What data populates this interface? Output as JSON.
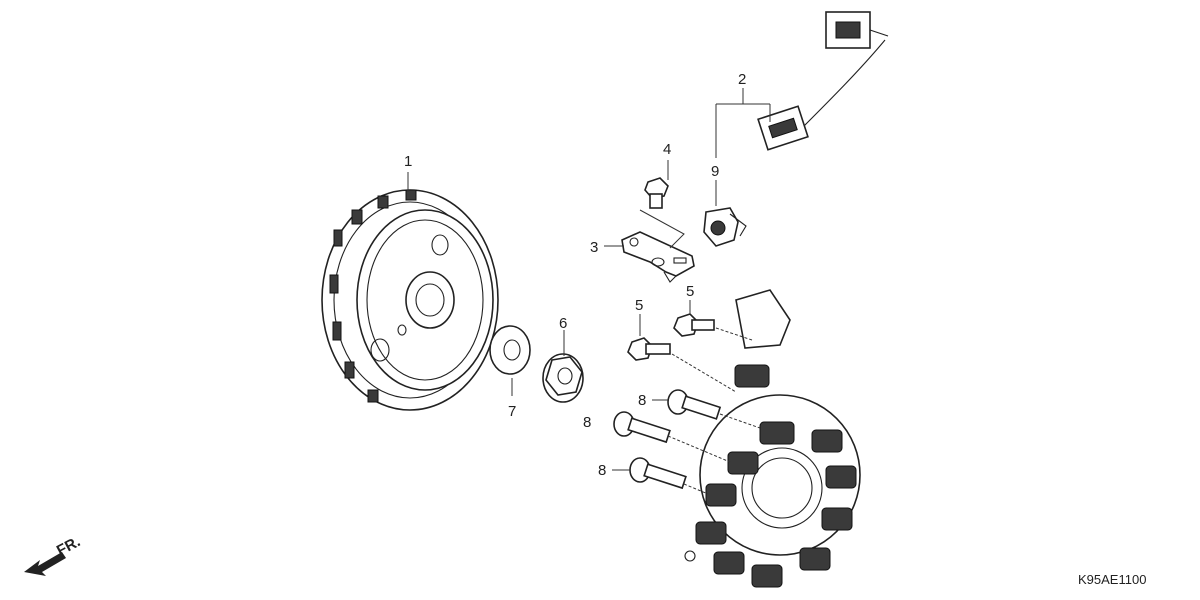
{
  "diagram": {
    "code": "K95AE1100",
    "direction_label": "FR.",
    "callouts": [
      {
        "id": "c1",
        "label": "1"
      },
      {
        "id": "c2",
        "label": "2"
      },
      {
        "id": "c3",
        "label": "3"
      },
      {
        "id": "c4",
        "label": "4"
      },
      {
        "id": "c5a",
        "label": "5"
      },
      {
        "id": "c5b",
        "label": "5"
      },
      {
        "id": "c6",
        "label": "6"
      },
      {
        "id": "c7",
        "label": "7"
      },
      {
        "id": "c8a",
        "label": "8"
      },
      {
        "id": "c8b",
        "label": "8"
      },
      {
        "id": "c8c",
        "label": "8"
      },
      {
        "id": "c9",
        "label": "9"
      }
    ]
  }
}
